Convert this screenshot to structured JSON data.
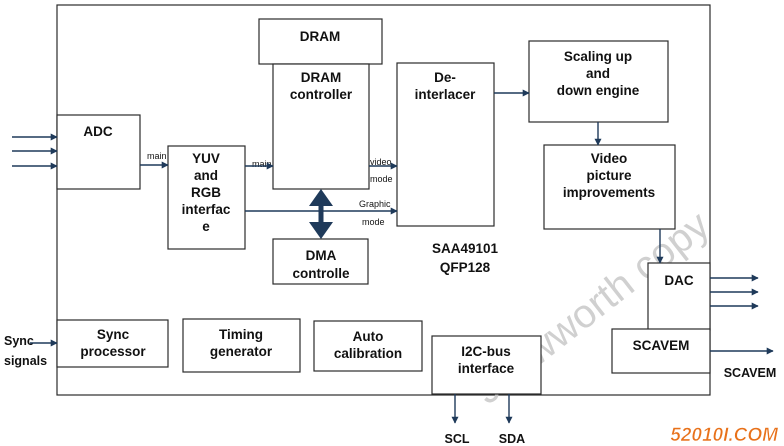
{
  "blocks": {
    "adc": "ADC",
    "dram": "DRAM",
    "dram_controller": [
      "DRAM",
      "controller"
    ],
    "deinterlacer": [
      "De-",
      "interlacer"
    ],
    "scaling": [
      "Scaling up",
      "and",
      "down engine"
    ],
    "video_improvements": [
      "Video",
      "picture",
      "improvements"
    ],
    "yuv_rgb": [
      "YUV",
      "and",
      "RGB",
      "interfac",
      "e"
    ],
    "dma": [
      "DMA",
      "controlle"
    ],
    "dac": "DAC",
    "scavem": "SCAVEM",
    "sync_processor": [
      "Sync",
      "processor"
    ],
    "timing_generator": [
      "Timing",
      "generator"
    ],
    "auto_calibration": [
      "Auto",
      "calibration"
    ],
    "i2c": [
      "I2C-bus",
      "interface"
    ]
  },
  "chip": {
    "name": "SAA49101",
    "package": "QFP128"
  },
  "small_labels": {
    "main_adc": "main",
    "main_yuv": "main",
    "video_mode": [
      "video",
      "mode"
    ],
    "graphic_mode": [
      "Graphic",
      "mode"
    ]
  },
  "external": {
    "sync_signals": [
      "Sync",
      "signals"
    ],
    "scl": "SCL",
    "sda": "SDA",
    "scavem_out": "SCAVEM"
  },
  "watermark": "Jaywworth copy",
  "site_logo": "52010I.COM",
  "colors": {
    "arrow": "#1f3a5a",
    "watermark": "#c8c8c8",
    "logo": "#e8711a",
    "line": "#2b2b2b"
  }
}
